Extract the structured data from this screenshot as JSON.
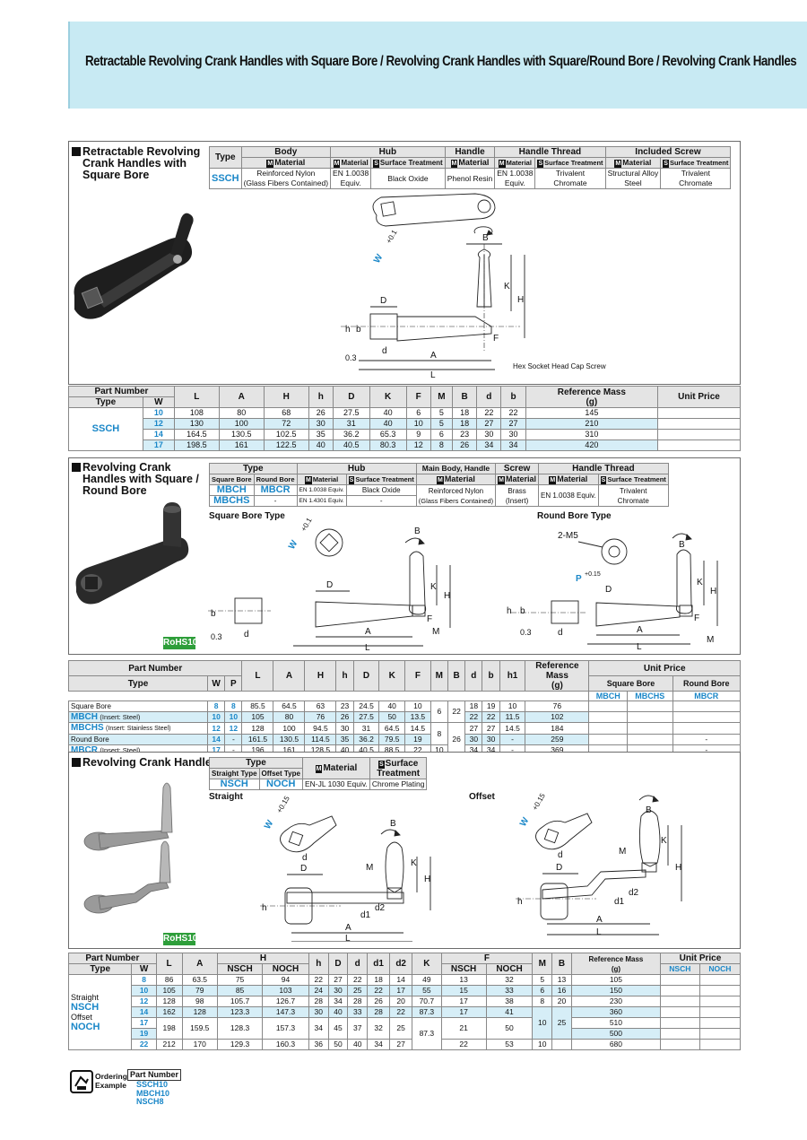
{
  "header": {
    "title": "Retractable Revolving Crank Handles with Square Bore / Revolving Crank Handles with Square/Round Bore / Revolving Crank Handles"
  },
  "ssch": {
    "title_lines": [
      "Retractable Revolving",
      "Crank Handles with",
      "Square Bore"
    ],
    "spec": {
      "h_type": "Type",
      "h_body": "Body",
      "h_hub": "Hub",
      "h_handle": "Handle",
      "h_thread": "Handle Thread",
      "h_screw": "Included Screw",
      "m": "M",
      "s": "S",
      "material": "Material",
      "surface": "Surface Treatment",
      "type": "SSCH",
      "body_mat": [
        "Reinforced Nylon",
        "(Glass Fibers Contained)"
      ],
      "hub_mat": [
        "EN 1.0038",
        "Equiv."
      ],
      "hub_surf": "Black Oxide",
      "handle_mat": "Phenol Resin",
      "thread_mat": [
        "EN 1.0038",
        "Equiv."
      ],
      "thread_surf": [
        "Trivalent",
        "Chromate"
      ],
      "screw_mat": [
        "Structural Alloy",
        "Steel"
      ],
      "screw_surf": [
        "Trivalent",
        "Chromate"
      ]
    },
    "drawing": {
      "w_label": "W",
      "tol": "+0.1",
      "tol0": "0",
      "B": "B",
      "K": "K",
      "H": "H",
      "D": "D",
      "h": "h",
      "b": "b",
      "d": "d",
      "F": "F",
      "A": "A",
      "L": "L",
      "dim03": "0.3",
      "screw_label": "Hex Socket Head Cap Screw"
    },
    "table": {
      "h_part": "Part Number",
      "h_type": "Type",
      "h_w": "W",
      "cols": [
        "L",
        "A",
        "H",
        "h",
        "D",
        "K",
        "F",
        "M",
        "B",
        "d",
        "b"
      ],
      "h_mass": [
        "Reference Mass",
        "(g)"
      ],
      "h_price": "Unit Price",
      "type": "SSCH",
      "rows": [
        [
          "10",
          "108",
          "80",
          "68",
          "26",
          "27.5",
          "40",
          "6",
          "5",
          "18",
          "22",
          "22",
          "145"
        ],
        [
          "12",
          "130",
          "100",
          "72",
          "30",
          "31",
          "40",
          "10",
          "5",
          "18",
          "27",
          "27",
          "210"
        ],
        [
          "14",
          "164.5",
          "130.5",
          "102.5",
          "35",
          "36.2",
          "65.3",
          "9",
          "6",
          "23",
          "30",
          "30",
          "310"
        ],
        [
          "17",
          "198.5",
          "161",
          "122.5",
          "40",
          "40.5",
          "80.3",
          "12",
          "8",
          "26",
          "34",
          "34",
          "420"
        ]
      ]
    }
  },
  "mbch": {
    "title_lines": [
      "Revolving Crank",
      "Handles with Square /",
      "Round Bore"
    ],
    "rohs": "RoHS10",
    "spec": {
      "h_type": "Type",
      "h_sq": "Square Bore",
      "h_rd": "Round Bore",
      "h_hub": "Hub",
      "h_main": "Main Body, Handle",
      "h_screw": "Screw",
      "h_thread": "Handle Thread",
      "t1": "MBCH",
      "t1r": "MBCR",
      "t2": "MBCHS",
      "t2r": "-",
      "hub_mat1": "EN 1.0038 Equiv.",
      "hub_mat2": "EN 1.4301 Equiv.",
      "hub_surf1": "Black Oxide",
      "hub_surf2": "-",
      "main_mat": [
        "Reinforced Nylon",
        "(Glass Fibers Contained)"
      ],
      "screw_mat": [
        "Brass",
        "(Insert)"
      ],
      "thread_mat": "EN 1.0038 Equiv.",
      "thread_surf": [
        "Trivalent",
        "Chromate"
      ]
    },
    "drawing": {
      "sq_label": "Square Bore Type",
      "rd_label": "Round Bore Type",
      "m5": "2-M5",
      "P": "P",
      "ptol": "+0.15",
      "ptol0": "0",
      "W": "W",
      "tol": "+0.1",
      "tol0": "0",
      "B": "B",
      "K": "K",
      "H": "H",
      "D": "D",
      "h": "h",
      "b": "b",
      "d": "d",
      "F": "F",
      "A": "A",
      "L": "L",
      "M": "M",
      "dim03": "0.3"
    },
    "table": {
      "h_part": "Part Number",
      "h_type": "Type",
      "h_w": "W",
      "h_p": "P",
      "cols": [
        "L",
        "A",
        "H",
        "h",
        "D",
        "K",
        "F",
        "M",
        "B",
        "d",
        "b",
        "h1"
      ],
      "h_mass": [
        "Reference",
        "Mass",
        "(g)"
      ],
      "h_price": "Unit Price",
      "h_sq": "Square Bore",
      "h_rd": "Round Bore",
      "p1": "MBCH",
      "p2": "MBCHS",
      "p3": "MBCR",
      "labels": {
        "sq": "Square Bore",
        "mbch": "MBCH",
        "mbch_note": "(Insert: Steel)",
        "mbchs": "MBCHS",
        "mbchs_note": "(Insert: Stainless Steel)",
        "rd": "Round Bore",
        "mbcr": "MBCR",
        "mbcr_note": "(Insert: Steel)"
      },
      "rows": [
        [
          "8",
          "8",
          "85.5",
          "64.5",
          "63",
          "23",
          "24.5",
          "40",
          "10",
          "6",
          "22",
          "18",
          "19",
          "10",
          "76"
        ],
        [
          "10",
          "10",
          "105",
          "80",
          "76",
          "26",
          "27.5",
          "50",
          "13.5",
          "",
          "",
          "22",
          "22",
          "11.5",
          "102"
        ],
        [
          "12",
          "12",
          "128",
          "100",
          "94.5",
          "30",
          "31",
          "64.5",
          "14.5",
          "8",
          "26",
          "27",
          "27",
          "14.5",
          "184"
        ],
        [
          "14",
          "-",
          "161.5",
          "130.5",
          "114.5",
          "35",
          "36.2",
          "79.5",
          "19",
          "",
          "",
          "30",
          "30",
          "-",
          "259"
        ],
        [
          "17",
          "-",
          "196",
          "161",
          "128.5",
          "40",
          "40.5",
          "88.5",
          "22",
          "10",
          "",
          "34",
          "34",
          "-",
          "369"
        ]
      ],
      "dash": "-"
    }
  },
  "nsch": {
    "title": "Revolving Crank Handles",
    "rohs": "RoHS10",
    "spec": {
      "h_type": "Type",
      "h_st": "Straight Type",
      "h_off": "Offset Type",
      "material": "Material",
      "surface": "Surface",
      "treatment": "Treatment",
      "t1": "NSCH",
      "t2": "NOCH",
      "mat": "EN-JL 1030 Equiv.",
      "surf": "Chrome Plating"
    },
    "drawing": {
      "straight": "Straight",
      "offset": "Offset",
      "W": "W",
      "tol": "+0.15",
      "tol0": "0",
      "B": "B",
      "K": "K",
      "H": "H",
      "D": "D",
      "h": "h",
      "d": "d",
      "d1": "d1",
      "d2": "d2",
      "A": "A",
      "L": "L",
      "M": "M"
    },
    "table": {
      "h_part": "Part Number",
      "h_type": "Type",
      "h_w": "W",
      "h_L": "L",
      "h_A": "A",
      "h_H": "H",
      "h_nsch": "NSCH",
      "h_noch": "NOCH",
      "h_h": "h",
      "h_D": "D",
      "h_d": "d",
      "h_d1": "d1",
      "h_d2": "d2",
      "h_K": "K",
      "h_F": "F",
      "h_M": "M",
      "h_B": "B",
      "h_mass": [
        "Reference Mass",
        "(g)"
      ],
      "h_price": "Unit Price",
      "labels": {
        "straight": "Straight",
        "nsch": "NSCH",
        "offset": "Offset",
        "noch": "NOCH"
      },
      "rows": [
        [
          "8",
          "86",
          "63.5",
          "75",
          "94",
          "22",
          "27",
          "22",
          "18",
          "14",
          "49",
          "13",
          "32",
          "5",
          "13",
          "105"
        ],
        [
          "10",
          "105",
          "79",
          "85",
          "103",
          "24",
          "30",
          "25",
          "22",
          "17",
          "55",
          "15",
          "33",
          "6",
          "16",
          "150"
        ],
        [
          "12",
          "128",
          "98",
          "105.7",
          "126.7",
          "28",
          "34",
          "28",
          "26",
          "20",
          "70.7",
          "17",
          "38",
          "8",
          "20",
          "230"
        ],
        [
          "14",
          "162",
          "128",
          "123.3",
          "147.3",
          "30",
          "40",
          "33",
          "28",
          "22",
          "87.3",
          "17",
          "41",
          "",
          "",
          "360"
        ],
        [
          "17",
          "198",
          "159.5",
          "128.3",
          "157.3",
          "34",
          "45",
          "37",
          "32",
          "25",
          "",
          "21",
          "50",
          "10",
          "25",
          "510"
        ],
        [
          "19",
          "",
          "",
          "",
          "",
          "",
          "",
          "",
          "",
          "",
          "87.3",
          "",
          "",
          "",
          "",
          "500"
        ],
        [
          "22",
          "212",
          "170",
          "129.3",
          "160.3",
          "36",
          "50",
          "40",
          "34",
          "27",
          "",
          "22",
          "53",
          "10",
          "",
          "680"
        ]
      ]
    }
  },
  "ordering": {
    "label": [
      "Ordering",
      "Example"
    ],
    "h_part": "Part Number",
    "examples": [
      "SSCH10",
      "MBCH10",
      "NSCH8"
    ]
  },
  "colors": {
    "band": "#c8eaf3",
    "blue": "#1a87c8",
    "row_blue": "#d6eef7",
    "rohs": "#2e9e3a"
  }
}
